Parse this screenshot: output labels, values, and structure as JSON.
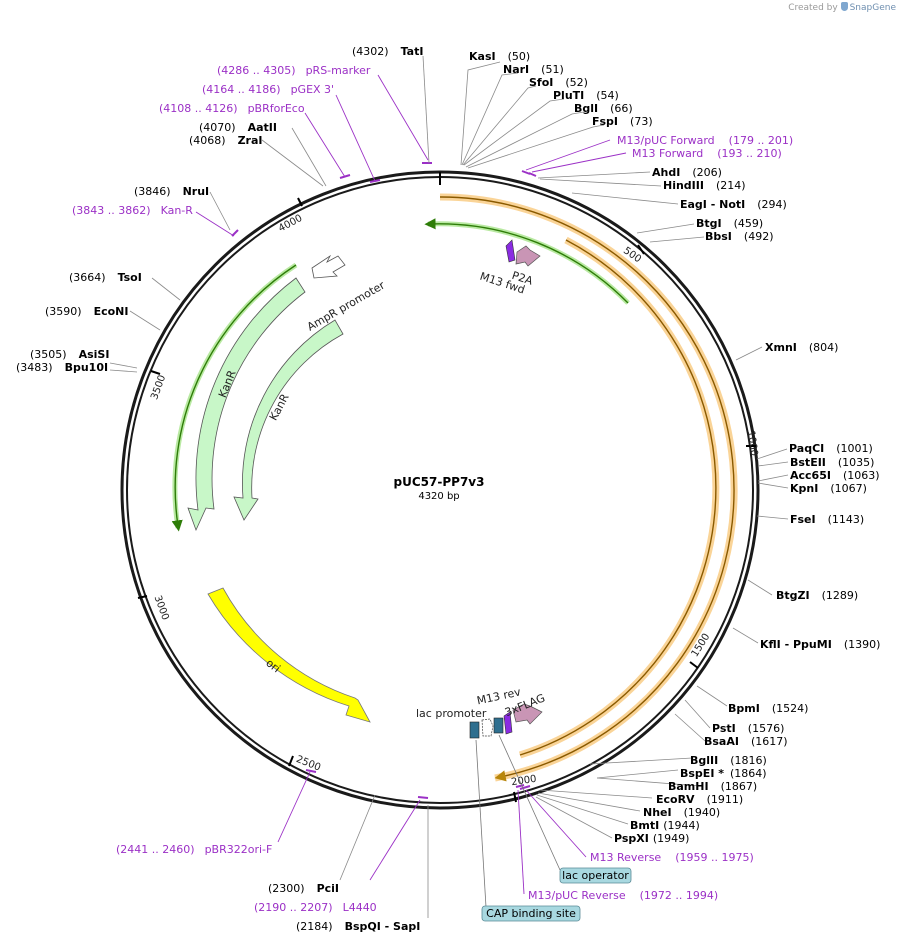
{
  "credit": {
    "prefix": "Created by",
    "brand": "SnapGene"
  },
  "plasmid": {
    "name": "pUC57-PP7v3",
    "size_label": "4320 bp",
    "length": 4320
  },
  "ticks": [
    "500",
    "1000",
    "1500",
    "2000",
    "2500",
    "3000",
    "3500",
    "4000"
  ],
  "enzymes": [
    {
      "pos": "(50)",
      "name": "KasI"
    },
    {
      "pos": "(51)",
      "name": "NarI"
    },
    {
      "pos": "(52)",
      "name": "SfoI"
    },
    {
      "pos": "(54)",
      "name": "PluTI"
    },
    {
      "pos": "(66)",
      "name": "BglI"
    },
    {
      "pos": "(73)",
      "name": "FspI"
    },
    {
      "pos": "(206)",
      "name": "AhdI"
    },
    {
      "pos": "(214)",
      "name": "HindIII"
    },
    {
      "pos": "(294)",
      "name": "EagI - NotI"
    },
    {
      "pos": "(459)",
      "name": "BtgI"
    },
    {
      "pos": "(492)",
      "name": "BbsI"
    },
    {
      "pos": "(804)",
      "name": "XmnI"
    },
    {
      "pos": "(1001)",
      "name": "PaqCI"
    },
    {
      "pos": "(1035)",
      "name": "BstEII"
    },
    {
      "pos": "(1063)",
      "name": "Acc65I"
    },
    {
      "pos": "(1067)",
      "name": "KpnI"
    },
    {
      "pos": "(1143)",
      "name": "FseI"
    },
    {
      "pos": "(1289)",
      "name": "BtgZI"
    },
    {
      "pos": "(1390)",
      "name": "KflI - PpuMI"
    },
    {
      "pos": "(1524)",
      "name": "BpmI"
    },
    {
      "pos": "(1576)",
      "name": "PstI"
    },
    {
      "pos": "(1617)",
      "name": "BsaAI"
    },
    {
      "pos": "(1816)",
      "name": "BglII"
    },
    {
      "pos": "(1864)",
      "name": "BspEI *"
    },
    {
      "pos": "(1867)",
      "name": "BamHI"
    },
    {
      "pos": "(1911)",
      "name": "EcoRV"
    },
    {
      "pos": "(1940)",
      "name": "NheI"
    },
    {
      "pos": "(1944)",
      "name": "BmtI"
    },
    {
      "pos": "(1949)",
      "name": "PspXI"
    },
    {
      "pos": "(2184)",
      "name": "BspQI - SapI"
    },
    {
      "pos": "(2300)",
      "name": "PciI"
    },
    {
      "pos": "(3483)",
      "name": "Bpu10I"
    },
    {
      "pos": "(3505)",
      "name": "AsiSI"
    },
    {
      "pos": "(3590)",
      "name": "EcoNI"
    },
    {
      "pos": "(3664)",
      "name": "TsoI"
    },
    {
      "pos": "(3846)",
      "name": "NruI"
    },
    {
      "pos": "(4068)",
      "name": "ZraI"
    },
    {
      "pos": "(4070)",
      "name": "AatII"
    },
    {
      "pos": "(4302)",
      "name": "TatI"
    }
  ],
  "primers": [
    {
      "name": "M13/pUC Forward",
      "range": "(179 .. 201)"
    },
    {
      "name": "M13 Forward",
      "range": "(193 .. 210)"
    },
    {
      "name": "M13 Reverse",
      "range": "(1959 .. 1975)"
    },
    {
      "name": "M13/pUC Reverse",
      "range": "(1972 .. 1994)"
    },
    {
      "name": "pBR322ori-F",
      "range": "(2441 .. 2460)"
    },
    {
      "name": "L4440",
      "range": "(2190 .. 2207)"
    },
    {
      "name": "Kan-R",
      "range": "(3843 .. 3862)"
    },
    {
      "name": "pBRforEco",
      "range": "(4108 .. 4126)"
    },
    {
      "name": "pGEX 3'",
      "range": "(4164 .. 4186)"
    },
    {
      "name": "pRS-marker",
      "range": "(4286 .. 4305)"
    }
  ],
  "features": {
    "p2a": "P2A",
    "m13fwd": "M13 fwd",
    "ampr_promoter": "AmpR promoter",
    "kanr_outer": "KanR",
    "kanr_inner": "KanR",
    "ori": "ori",
    "m13rev": "M13 rev",
    "flag": "3xFLAG",
    "lac_promoter": "lac promoter"
  },
  "boxes": {
    "lac_operator": "lac operator",
    "cap_site": "CAP binding site"
  },
  "colors": {
    "backbone": "#1a1a1a",
    "orange_feature": "#f5b041",
    "green_feature": "#4e9a06",
    "kanr_fill": "#c8f7c8",
    "ori_fill": "#ffff00",
    "primer": "#9b30c6",
    "flag_fill": "#c995b5",
    "box_fill": "#a8d8e0"
  }
}
